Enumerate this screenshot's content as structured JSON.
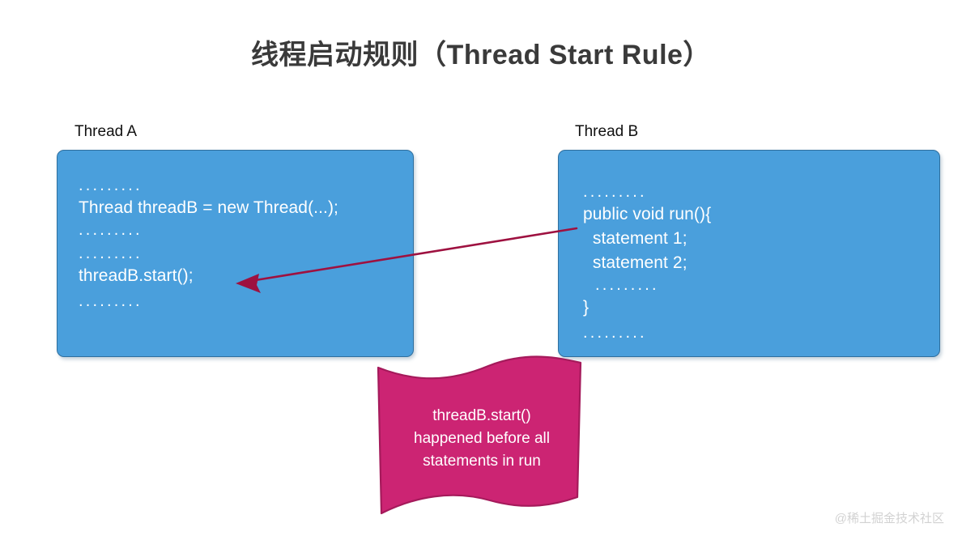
{
  "title": "线程启动规则（Thread Start Rule）",
  "thread_a": {
    "label": "Thread A",
    "lines": [
      ".........",
      "Thread threadB = new Thread(...);",
      ".........",
      ".........",
      "threadB.start();",
      "........."
    ]
  },
  "thread_b": {
    "label": "Thread B",
    "lines": [
      ".........",
      "public void run(){",
      "  statement 1;",
      "  statement 2;",
      ".........",
      "}",
      "........."
    ]
  },
  "banner": {
    "lines": [
      "threadB.start()",
      "happened before all",
      "statements in run"
    ]
  },
  "arrow": {
    "label": "happens-before-arrow",
    "from": "Thread B run() body",
    "to": "threadB.start();"
  },
  "watermark": "@稀土掘金技术社区",
  "colors": {
    "box_fill": "#4a9fdc",
    "box_border": "#2f6f9e",
    "banner_fill": "#cc2473",
    "banner_border": "#a51a5b",
    "arrow": "#9e1140",
    "title_text": "#3a3a3a",
    "code_text": "#ffffff",
    "watermark_text": "#d2d2d2"
  }
}
